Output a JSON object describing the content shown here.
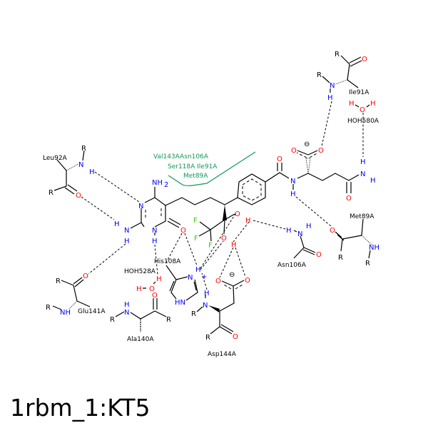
{
  "title": "1rbm_1:KT5",
  "atoms": {
    "N": "N",
    "O": "O",
    "H": "H",
    "R": "R",
    "F": "F",
    "NH": "NH",
    "HN": "HN",
    "NH2": "NH",
    "sub2": "2",
    "plus": "+",
    "minus": "⊖"
  },
  "residues": {
    "leu92": "Leu92A",
    "ile91": "Ile91A",
    "hoh580": "HOH580A",
    "met89": "Met89A",
    "asn106": "Asn106A",
    "his108": "His108A",
    "hoh528": "HOH528A",
    "glu141": "Glu141A",
    "ala140": "Ala140A",
    "asp144": "Asp144A"
  },
  "hydrophobic": {
    "line1": "Val143AAsn106A",
    "line2": "Ser118A  Ile91A",
    "line3": "Met89A",
    "color": "#119955"
  }
}
